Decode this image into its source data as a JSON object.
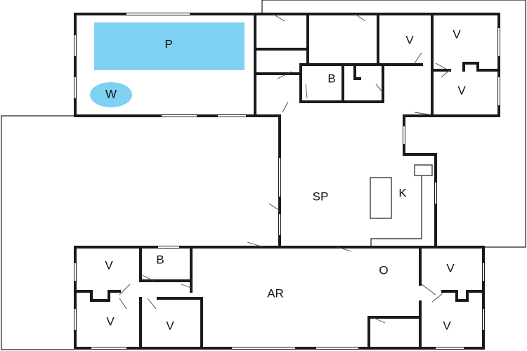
{
  "floorplan": {
    "colors": {
      "pool": "#7fd1f2",
      "wall": "#1a1a1a",
      "background": "#ffffff"
    },
    "labels": {
      "pool": "P",
      "whirlpool": "W",
      "bath_top": "B",
      "bedroom_top_1": "V",
      "bedroom_top_2": "V",
      "bedroom_top_3": "V",
      "living": "SP",
      "kitchen": "K",
      "main_room": "AR",
      "utility": "O",
      "bedroom_bl_1": "V",
      "bath_bottom": "B",
      "bedroom_bl_2": "V",
      "bedroom_bl_3": "V",
      "bedroom_br_1": "V",
      "bedroom_br_2": "V"
    }
  }
}
